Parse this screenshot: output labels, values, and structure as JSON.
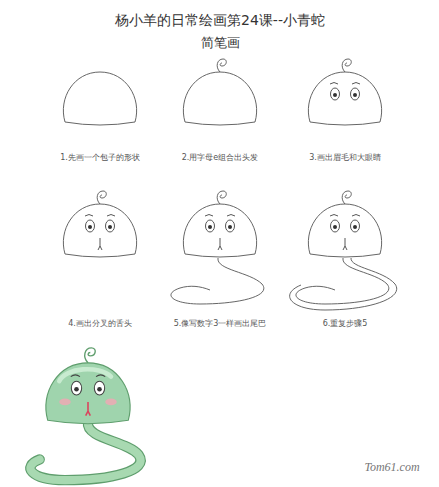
{
  "diagram": {
    "title": "杨小羊的日常绘画第24课--小青蛇",
    "labels": [
      "简笔画",
      "1.先画一个包子的形状",
      "2.用字母e组合出头发",
      "3.画出眉毛和大眼睛",
      "4.画出分叉的舌头",
      "5.像写数字3一样画出尾巴",
      "6.重复步骤5",
      "Tom61.com"
    ]
  }
}
